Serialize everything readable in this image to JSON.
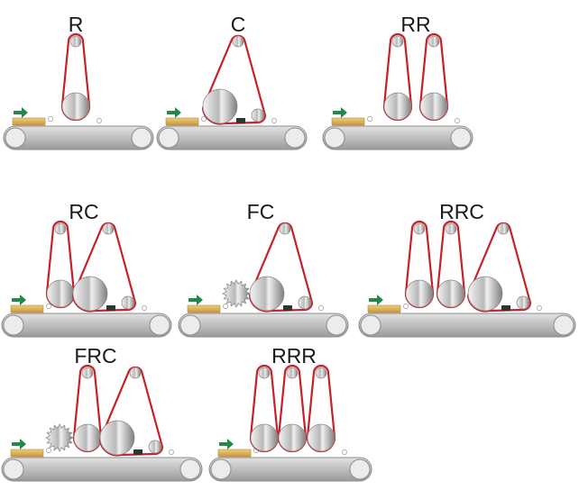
{
  "title": "",
  "colors": {
    "belt": "#c8202a",
    "conveyor_top": "#d9d9d9",
    "conveyor_bottom": "#9a9a9a",
    "roller_light": "#f2f2f2",
    "roller_dark": "#8c8c8c",
    "board": "#e3b860",
    "arrow": "#1f8a4c",
    "pad": "#333333"
  },
  "machines": [
    {
      "label": "R",
      "heads": [
        "R"
      ]
    },
    {
      "label": "C",
      "heads": [
        "C"
      ]
    },
    {
      "label": "RR",
      "heads": [
        "R",
        "R"
      ]
    },
    {
      "label": "RC",
      "heads": [
        "R",
        "C"
      ]
    },
    {
      "label": "FC",
      "heads": [
        "F",
        "C"
      ]
    },
    {
      "label": "RRC",
      "heads": [
        "R",
        "R",
        "C"
      ]
    },
    {
      "label": "FRC",
      "heads": [
        "F",
        "R",
        "C"
      ]
    },
    {
      "label": "RRR",
      "heads": [
        "R",
        "R",
        "R"
      ]
    }
  ]
}
